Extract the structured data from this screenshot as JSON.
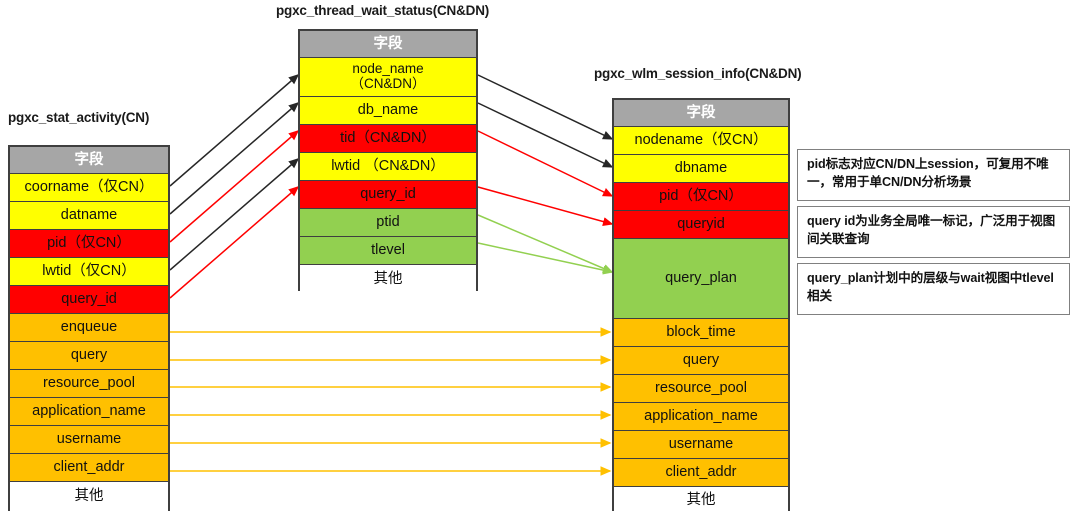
{
  "diagram": {
    "title": "GaussDB view field mapping diagram",
    "colors": {
      "yellow": "#ffff00",
      "red": "#ff0000",
      "green": "#92d050",
      "orange": "#ffc000",
      "header_gray": "#a6a6a6",
      "border": "#3f3f3f",
      "arrow_black": "#262626",
      "arrow_red": "#ff0000",
      "arrow_green": "#92d050",
      "arrow_orange": "#ffc000"
    }
  },
  "tables": {
    "left": {
      "title": "pgxc_stat_activity(CN)",
      "header": "字段",
      "rows": [
        {
          "label": "coorname（仅CN）",
          "color": "yellow"
        },
        {
          "label": "datname",
          "color": "yellow"
        },
        {
          "label": "pid（仅CN）",
          "color": "red"
        },
        {
          "label": "lwtid（仅CN）",
          "color": "yellow"
        },
        {
          "label": "query_id",
          "color": "red"
        },
        {
          "label": "enqueue",
          "color": "orange"
        },
        {
          "label": "query",
          "color": "orange"
        },
        {
          "label": "resource_pool",
          "color": "orange"
        },
        {
          "label": "application_name",
          "color": "orange"
        },
        {
          "label": "username",
          "color": "orange"
        },
        {
          "label": "client_addr",
          "color": "orange"
        },
        {
          "label": "其他",
          "color": "white"
        }
      ]
    },
    "middle": {
      "title": "pgxc_thread_wait_status(CN&DN)",
      "header": "字段",
      "rows": [
        {
          "label": "node_name\n（CN&DN）",
          "color": "yellow"
        },
        {
          "label": "db_name",
          "color": "yellow"
        },
        {
          "label": "tid（CN&DN）",
          "color": "red"
        },
        {
          "label": "lwtid （CN&DN）",
          "color": "yellow"
        },
        {
          "label": "query_id",
          "color": "red"
        },
        {
          "label": "ptid",
          "color": "green"
        },
        {
          "label": "tlevel",
          "color": "green"
        },
        {
          "label": "其他",
          "color": "white"
        }
      ]
    },
    "right": {
      "title": "pgxc_wlm_session_info(CN&DN)",
      "header": "字段",
      "rows": [
        {
          "label": "nodename（仅CN）",
          "color": "yellow"
        },
        {
          "label": "dbname",
          "color": "yellow"
        },
        {
          "label": "pid（仅CN）",
          "color": "red"
        },
        {
          "label": "queryid",
          "color": "red"
        },
        {
          "label": "query_plan",
          "color": "green"
        },
        {
          "label": "block_time",
          "color": "orange"
        },
        {
          "label": "query",
          "color": "orange"
        },
        {
          "label": "resource_pool",
          "color": "orange"
        },
        {
          "label": "application_name",
          "color": "orange"
        },
        {
          "label": "username",
          "color": "orange"
        },
        {
          "label": "client_addr",
          "color": "orange"
        },
        {
          "label": "其他",
          "color": "white"
        }
      ]
    }
  },
  "notes": [
    {
      "text": "pid标志对应CN/DN上session，可复用不唯一，常用于单CN/DN分析场景"
    },
    {
      "text": "query id为业务全局唯一标记，广泛用于视图间关联查询"
    },
    {
      "text": "query_plan计划中的层级与wait视图中tlevel相关"
    }
  ],
  "mappings": {
    "left_to_middle": [
      {
        "from": "coorname（仅CN）",
        "to": "node_name（CN&DN）",
        "color": "black"
      },
      {
        "from": "datname",
        "to": "db_name",
        "color": "black"
      },
      {
        "from": "pid（仅CN）",
        "to": "tid（CN&DN）",
        "color": "red"
      },
      {
        "from": "lwtid（仅CN）",
        "to": "lwtid （CN&DN）",
        "color": "black"
      },
      {
        "from": "query_id",
        "to": "query_id",
        "color": "red"
      }
    ],
    "middle_to_right": [
      {
        "from": "node_name（CN&DN）",
        "to": "nodename（仅CN）",
        "color": "black"
      },
      {
        "from": "db_name",
        "to": "dbname",
        "color": "black"
      },
      {
        "from": "tid（CN&DN）",
        "to": "pid（仅CN）",
        "color": "red"
      },
      {
        "from": "query_id",
        "to": "queryid",
        "color": "red"
      },
      {
        "from": "ptid",
        "to": "query_plan",
        "color": "green"
      },
      {
        "from": "tlevel",
        "to": "query_plan",
        "color": "green"
      }
    ],
    "left_to_right": [
      {
        "from": "enqueue",
        "to": "block_time",
        "color": "orange"
      },
      {
        "from": "query",
        "to": "query",
        "color": "orange"
      },
      {
        "from": "resource_pool",
        "to": "resource_pool",
        "color": "orange"
      },
      {
        "from": "application_name",
        "to": "application_name",
        "color": "orange"
      },
      {
        "from": "username",
        "to": "username",
        "color": "orange"
      },
      {
        "from": "client_addr",
        "to": "client_addr",
        "color": "orange"
      }
    ]
  }
}
